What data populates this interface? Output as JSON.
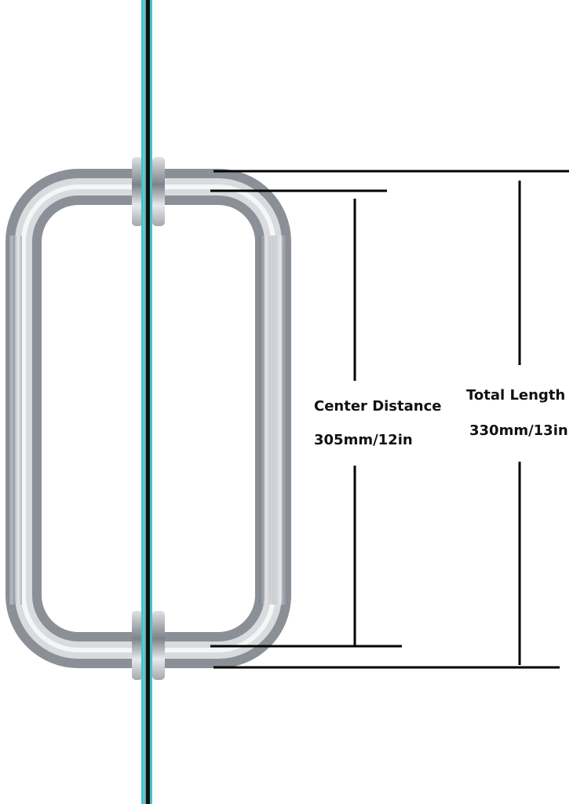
{
  "dimensions": {
    "center_distance": {
      "label": "Center Distance",
      "value": "305mm/12in"
    },
    "total_length": {
      "label": "Total Length",
      "value": "330mm/13in"
    }
  },
  "colors": {
    "glass_edge": "#3fc6c8",
    "glass_core": "#111111",
    "steel": "#b9bcc2",
    "line": "#000000"
  }
}
